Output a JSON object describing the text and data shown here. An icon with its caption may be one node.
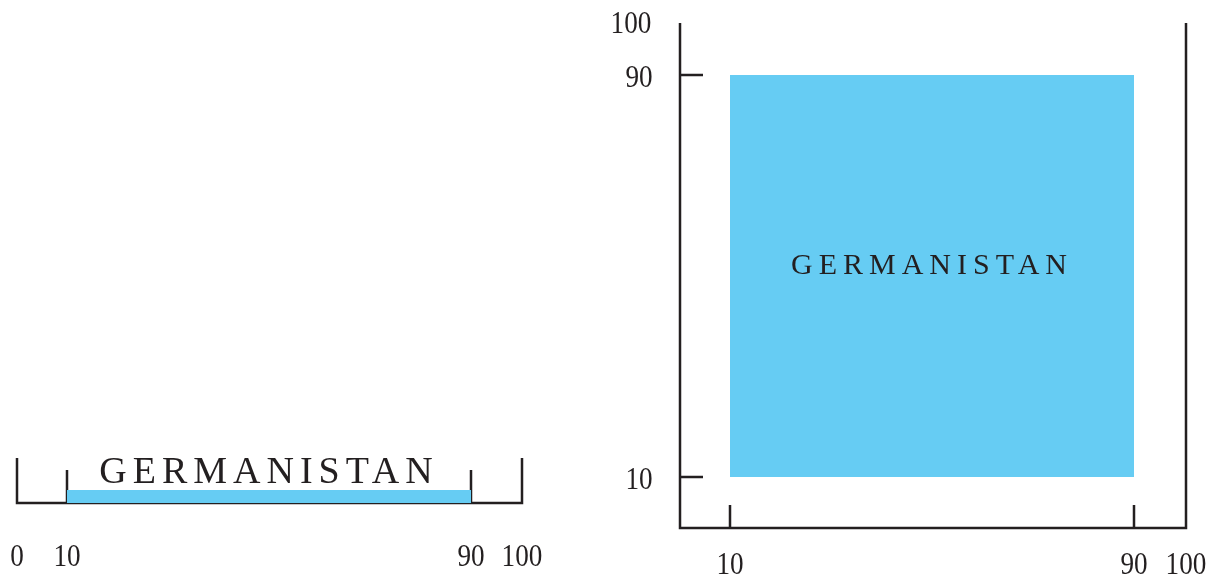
{
  "diagram": {
    "nodes": [
      {
        "text": [
          "GERMANISTAN"
        ]
      },
      {
        "text": [
          "GERMANISTAN"
        ]
      }
    ],
    "labels": [
      "100",
      "90",
      "10",
      "0",
      "10",
      "90",
      "100",
      "10",
      "90",
      "100"
    ]
  }
}
